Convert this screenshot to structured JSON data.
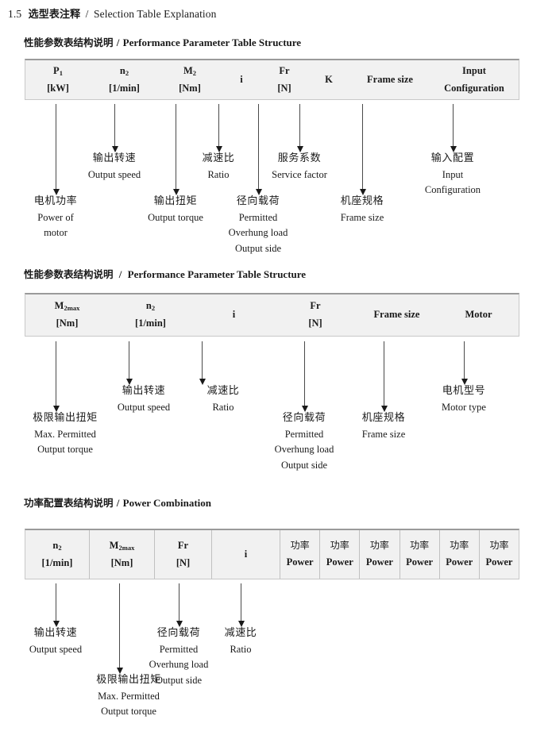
{
  "page": {
    "heading": {
      "number": "1.5",
      "cn": "选型表注释",
      "sep": "/",
      "en": "Selection Table Explanation"
    }
  },
  "sections": [
    {
      "id": "performance-parameter-table-1",
      "title": {
        "cn": "性能参数表结构说明",
        "sep": "/",
        "en": "Performance Parameter Table Structure"
      },
      "table": {
        "columns": [
          {
            "symbol": "P",
            "sub": "1",
            "unit": "[kW]"
          },
          {
            "symbol": "n",
            "sub": "2",
            "unit": "[1/min]"
          },
          {
            "symbol": "M",
            "sub": "2",
            "unit": "[Nm]"
          },
          {
            "symbol": "i",
            "sub": "",
            "unit": ""
          },
          {
            "symbol": "Fr",
            "sub": "",
            "unit": "[N]"
          },
          {
            "symbol": "K",
            "sub": "",
            "unit": ""
          },
          {
            "symbol": "Frame size",
            "sub": "",
            "unit": ""
          },
          {
            "symbol": "Input",
            "sub": "",
            "unit": "Configuration"
          }
        ]
      },
      "labels": [
        {
          "cn": "电机功率",
          "en": [
            "Power of",
            "motor"
          ]
        },
        {
          "cn": "输出转速",
          "en": [
            "Output speed"
          ]
        },
        {
          "cn": "输出扭矩",
          "en": [
            "Output torque"
          ]
        },
        {
          "cn": "减速比",
          "en": [
            "Ratio"
          ]
        },
        {
          "cn": "径向载荷",
          "en": [
            "Permitted",
            "Overhung load",
            "Output side"
          ]
        },
        {
          "cn": "服务系数",
          "en": [
            "Service factor"
          ]
        },
        {
          "cn": "机座规格",
          "en": [
            "Frame size"
          ]
        },
        {
          "cn": "输入配置",
          "en": [
            "Input",
            "Configuration"
          ]
        }
      ]
    },
    {
      "id": "performance-parameter-table-2",
      "title": {
        "cn": "性能参数表结构说明",
        "sep": "/",
        "en": "Performance Parameter Table Structure"
      },
      "table": {
        "columns": [
          {
            "symbol": "M",
            "sub": "2max",
            "unit": "[Nm]"
          },
          {
            "symbol": "n",
            "sub": "2",
            "unit": "[1/min]"
          },
          {
            "symbol": "i",
            "sub": "",
            "unit": ""
          },
          {
            "symbol": "Fr",
            "sub": "",
            "unit": "[N]"
          },
          {
            "symbol": "Frame size",
            "sub": "",
            "unit": ""
          },
          {
            "symbol": "Motor",
            "sub": "",
            "unit": ""
          }
        ]
      },
      "labels": [
        {
          "cn": "极限输出扭矩",
          "en": [
            "Max. Permitted",
            "Output  torque"
          ]
        },
        {
          "cn": "输出转速",
          "en": [
            "Output speed"
          ]
        },
        {
          "cn": "减速比",
          "en": [
            "Ratio"
          ]
        },
        {
          "cn": "径向载荷",
          "en": [
            "Permitted",
            "Overhung load",
            "Output side"
          ]
        },
        {
          "cn": "机座规格",
          "en": [
            "Frame size"
          ]
        },
        {
          "cn": "电机型号",
          "en": [
            "Motor type"
          ]
        }
      ]
    },
    {
      "id": "power-combination-table",
      "title": {
        "cn": "功率配置表结构说明",
        "sep": "/",
        "en": "Power Combination"
      },
      "table": {
        "columns": [
          {
            "symbol": "n",
            "sub": "2",
            "unit": "[1/min]"
          },
          {
            "symbol": "M",
            "sub": "2max",
            "unit": "[Nm]"
          },
          {
            "symbol": "Fr",
            "sub": "",
            "unit": "[N]"
          },
          {
            "symbol": "i",
            "sub": "",
            "unit": ""
          },
          {
            "symbol": "功率",
            "sub": "",
            "unit": "Power"
          },
          {
            "symbol": "功率",
            "sub": "",
            "unit": "Power"
          },
          {
            "symbol": "功率",
            "sub": "",
            "unit": "Power"
          },
          {
            "symbol": "功率",
            "sub": "",
            "unit": "Power"
          },
          {
            "symbol": "功率",
            "sub": "",
            "unit": "Power"
          },
          {
            "symbol": "功率",
            "sub": "",
            "unit": "Power"
          }
        ]
      },
      "labels": [
        {
          "cn": "输出转速",
          "en": [
            "Output speed"
          ]
        },
        {
          "cn": "极限输出扭矩",
          "en": [
            "Max. Permitted",
            "Output  torque"
          ]
        },
        {
          "cn": "径向载荷",
          "en": [
            "Permitted",
            "Overhung load",
            "Output side"
          ]
        },
        {
          "cn": "减速比",
          "en": [
            "Ratio"
          ]
        }
      ]
    }
  ],
  "colors": {
    "table_fill": "#f1f1f1",
    "table_border": "#c8c8c8",
    "arrow": "#1a1a1a",
    "text": "#1a1a1a"
  }
}
